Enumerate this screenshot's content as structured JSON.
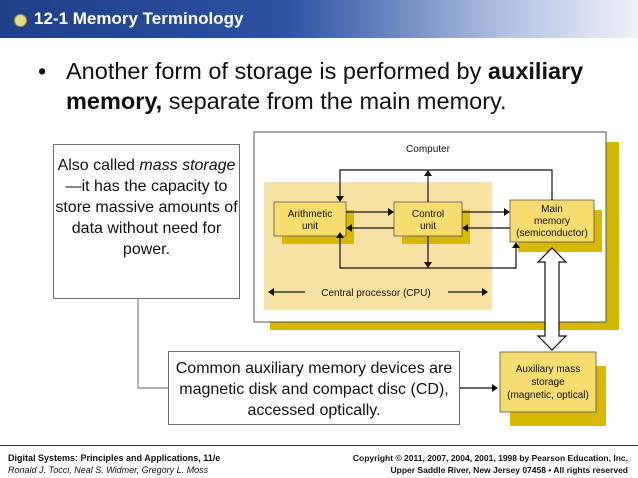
{
  "slide": {
    "title": "12-1 Memory Terminology",
    "bullet": {
      "mark": "•",
      "part1": "Another form of storage is performed by ",
      "bold": "auxiliary memory,",
      "part2": " separate from the main memory."
    }
  },
  "callouts": {
    "mass_storage": {
      "part1": "Also called ",
      "italic": "mass storage",
      "part2": "—it has the capacity to store massive amounts of data without need for power."
    },
    "devices": "Common auxiliary memory devices are magnetic disk and compact disc (CD), accessed optically."
  },
  "diagram": {
    "computer_label": "Computer",
    "arithmetic": [
      "Arithmetic",
      "unit"
    ],
    "control": [
      "Control",
      "unit"
    ],
    "main_memory": [
      "Main",
      "memory",
      "(semiconductor)"
    ],
    "cpu_label": "Central processor (CPU)",
    "aux_memory": [
      "Auxiliary mass",
      "storage",
      "(magnetic, optical)"
    ]
  },
  "footer": {
    "book_title": "Digital Systems: Principles and Applications, 11/e",
    "authors": "Ronald J. Tocci, Neal S. Widmer, Gregory L. Moss",
    "copyright": "Copyright © 2011, 2007, 2004, 2001, 1998  by Pearson Education, Inc.",
    "publisher": "Upper Saddle River, New Jersey 07458 • All rights reserved"
  },
  "colors": {
    "title_bar": "#1f3f86",
    "box_fill": "#f7dc6f",
    "cpu_fill": "#f6e3a4",
    "panel_shadow": "#d4b800"
  }
}
